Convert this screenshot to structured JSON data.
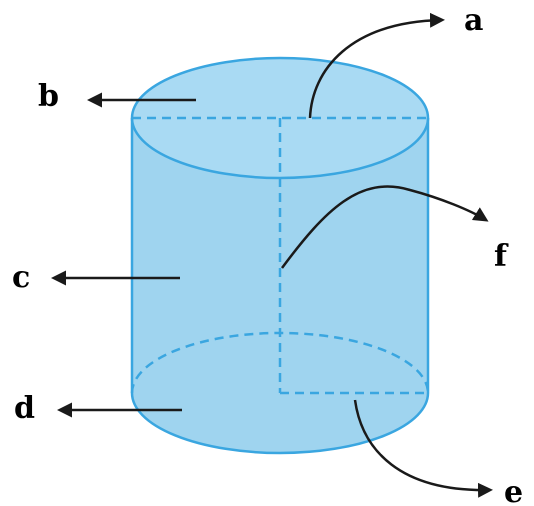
{
  "diagram": {
    "labels": {
      "a": "a",
      "b": "b",
      "c": "c",
      "d": "d",
      "e": "e",
      "f": "f"
    },
    "colors": {
      "fill": "#9fd4ef",
      "fill_top": "#a9daf3",
      "edge": "#3aa6e0",
      "arrow": "#1a1a1a",
      "text": "#000000"
    }
  }
}
